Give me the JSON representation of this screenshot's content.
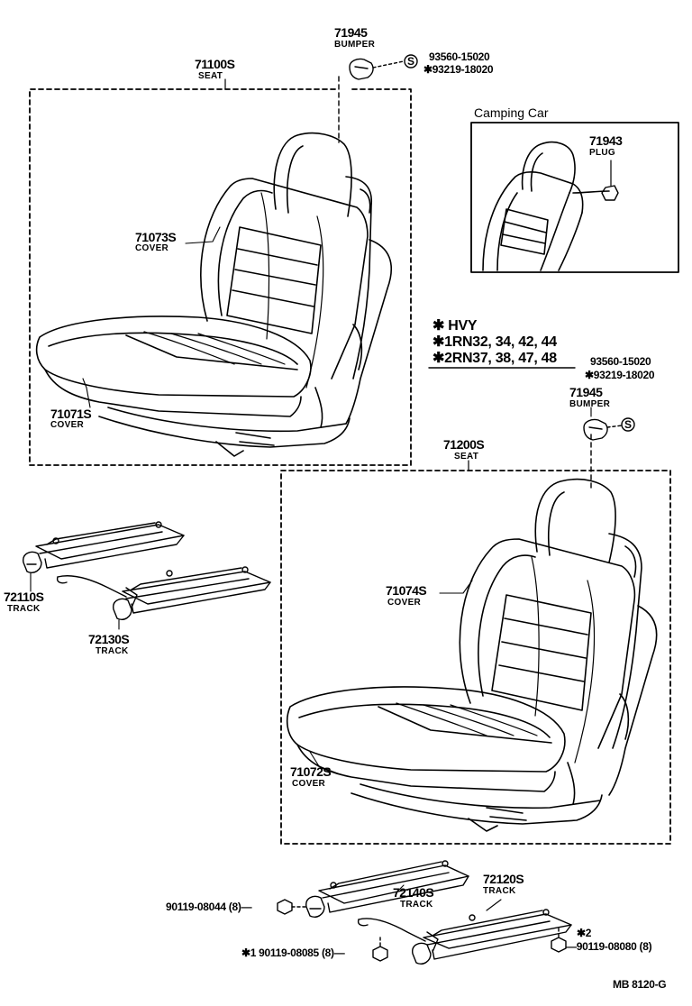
{
  "labels": {
    "p71945a": {
      "num": "71945",
      "name": "BUMPER"
    },
    "p71945b": {
      "num": "71945",
      "name": "BUMPER"
    },
    "p71943": {
      "num": "71943",
      "name": "PLUG"
    },
    "p71100S": {
      "num": "71100S",
      "name": "SEAT"
    },
    "p71200S": {
      "num": "71200S",
      "name": "SEAT"
    },
    "p71073S": {
      "num": "71073S",
      "name": "COVER"
    },
    "p71071S": {
      "num": "71071S",
      "name": "COVER"
    },
    "p71074S": {
      "num": "71074S",
      "name": "COVER"
    },
    "p71072S": {
      "num": "71072S",
      "name": "COVER"
    },
    "p72110S": {
      "num": "72110S",
      "name": "TRACK"
    },
    "p72130S": {
      "num": "72130S",
      "name": "TRACK"
    },
    "p72140S": {
      "num": "72140S",
      "name": "TRACK"
    },
    "p72120S": {
      "num": "72120S",
      "name": "TRACK"
    }
  },
  "part_numbers": {
    "top_a": "93560-15020",
    "top_b": "✱93219-18020",
    "mid_a": "93560-15020",
    "mid_b": "✱93219-18020",
    "bolt_left": "90119-08044 (8)—",
    "bolt_bottom": "✱1 90119-08085 (8)—",
    "bolt_right_mark": "✱2",
    "bolt_right": "—90119-08080 (8)"
  },
  "legend": {
    "line1": "✱  HVY",
    "line2": "✱1RN32, 34, 42, 44",
    "line3": "✱2RN37, 38, 47, 48"
  },
  "inset_title": "Camping Car",
  "s_symbol": "S",
  "page_code": "MB  8120-G"
}
